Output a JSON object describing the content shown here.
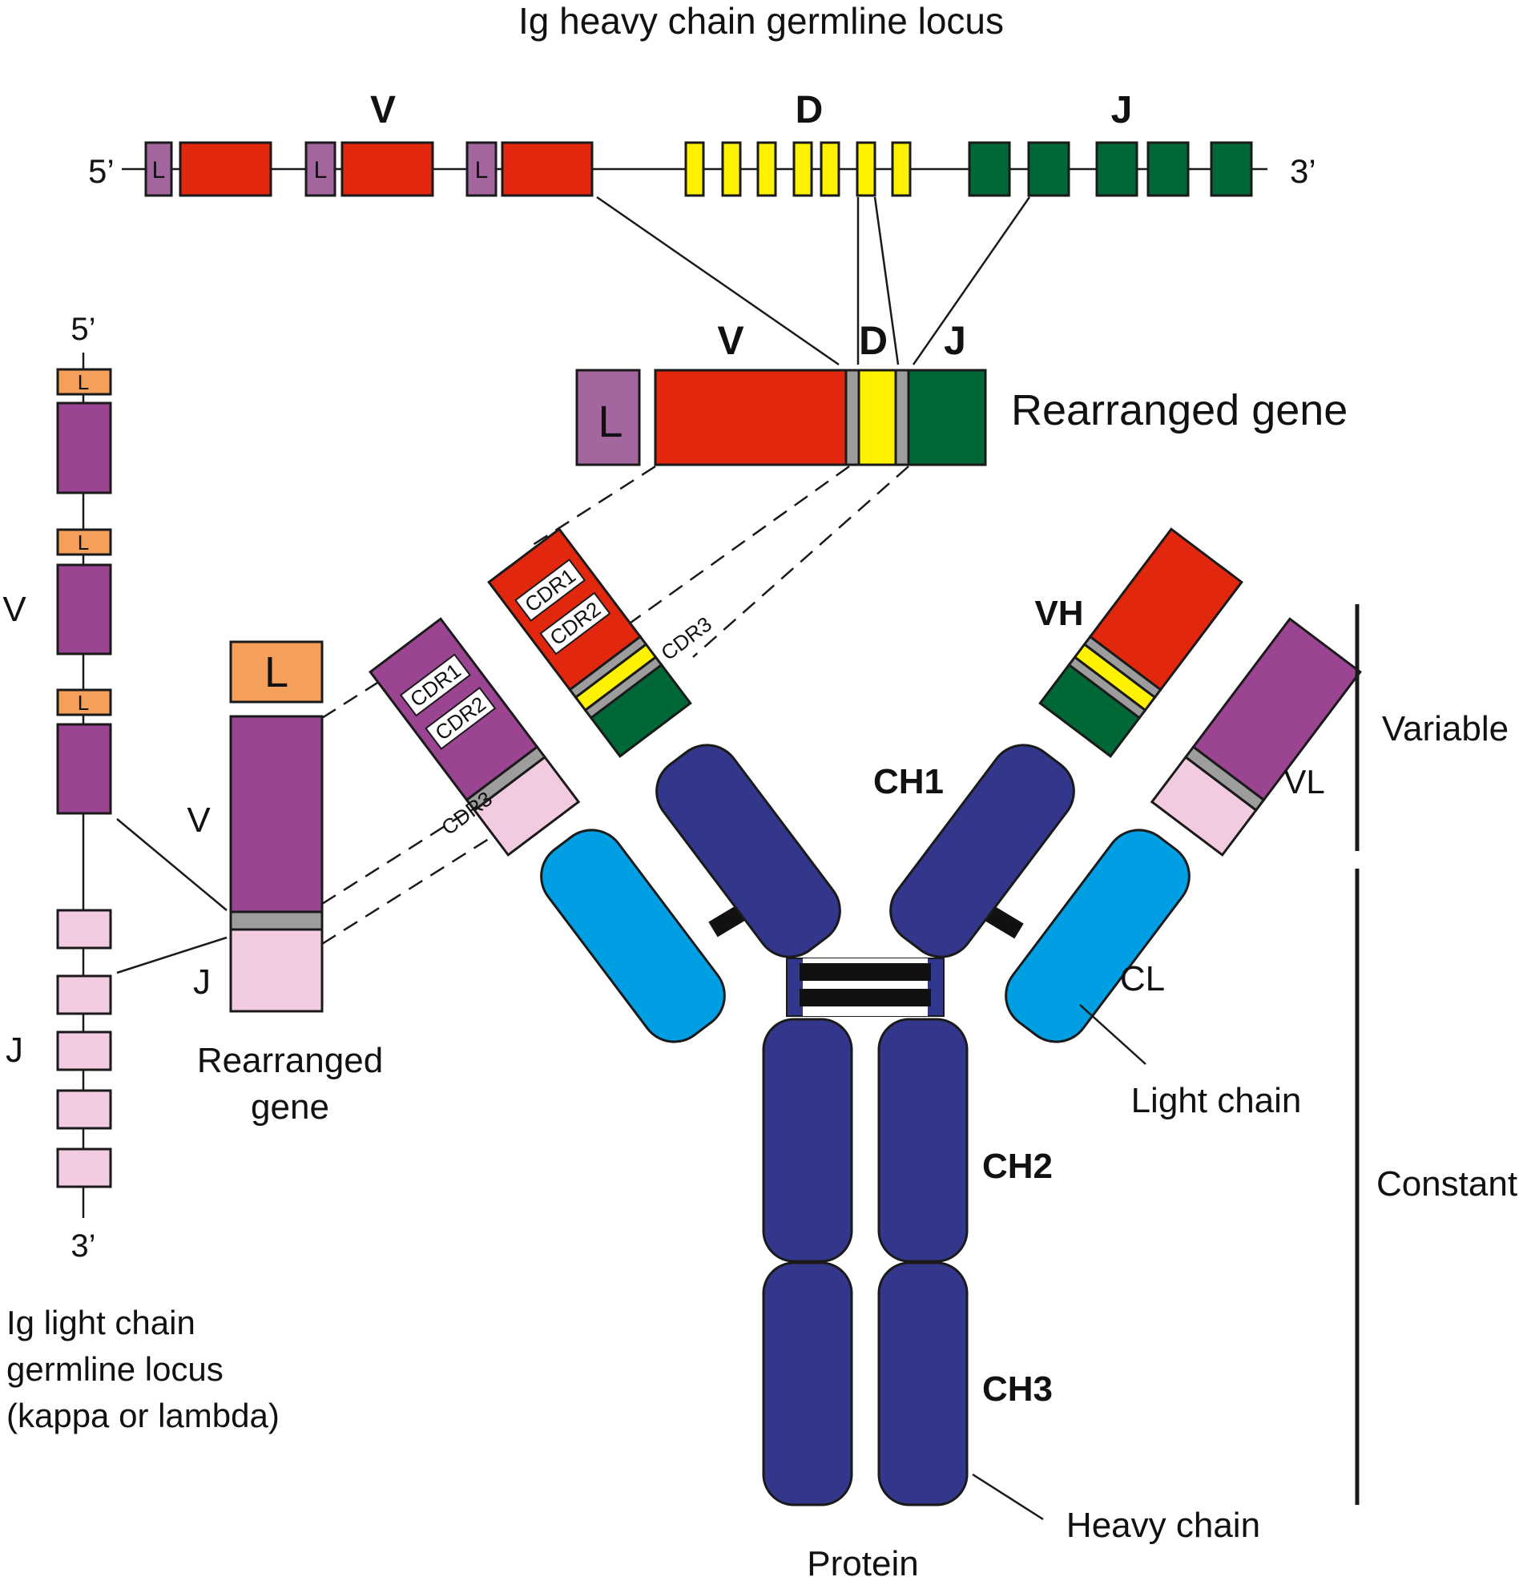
{
  "heavy_locus": {
    "title": "Ig heavy chain germline locus",
    "v_label": "V",
    "d_label": "D",
    "j_label": "J",
    "five_prime": "5’",
    "three_prime": "3’",
    "leader_label": "L"
  },
  "heavy_rearranged": {
    "title": "Rearranged gene",
    "leader_label": "L",
    "v_label": "V",
    "d_label": "D",
    "j_label": "J"
  },
  "light_locus": {
    "five_prime": "5’",
    "three_prime": "3’",
    "leader_label": "L",
    "v_label": "V",
    "j_label": "J",
    "caption_line1": "Ig light chain",
    "caption_line2": "germline locus",
    "caption_line3": "(kappa or lambda)"
  },
  "light_rearranged": {
    "leader_label": "L",
    "v_label": "V",
    "j_label": "J",
    "caption_line1": "Rearranged",
    "caption_line2": "gene"
  },
  "protein": {
    "cdr1": "CDR1",
    "cdr2": "CDR2",
    "cdr3": "CDR3",
    "vh": "VH",
    "vl": "VL",
    "ch1": "CH1",
    "ch2": "CH2",
    "ch3": "CH3",
    "cl": "CL",
    "light_chain": "Light chain",
    "heavy_chain": "Heavy chain",
    "protein_label": "Protein",
    "variable": "Variable",
    "constant": "Constant"
  },
  "colors": {
    "v_heavy": "#e2270f",
    "d_segment": "#fff200",
    "j_heavy": "#006837",
    "leader_heavy": "#a3669e",
    "v_light": "#9b4592",
    "j_light": "#f3cbe1",
    "leader_light": "#f5a05a",
    "constant_heavy": "#32378c",
    "constant_light": "#009fe3",
    "junction": "#9d9d9d"
  }
}
